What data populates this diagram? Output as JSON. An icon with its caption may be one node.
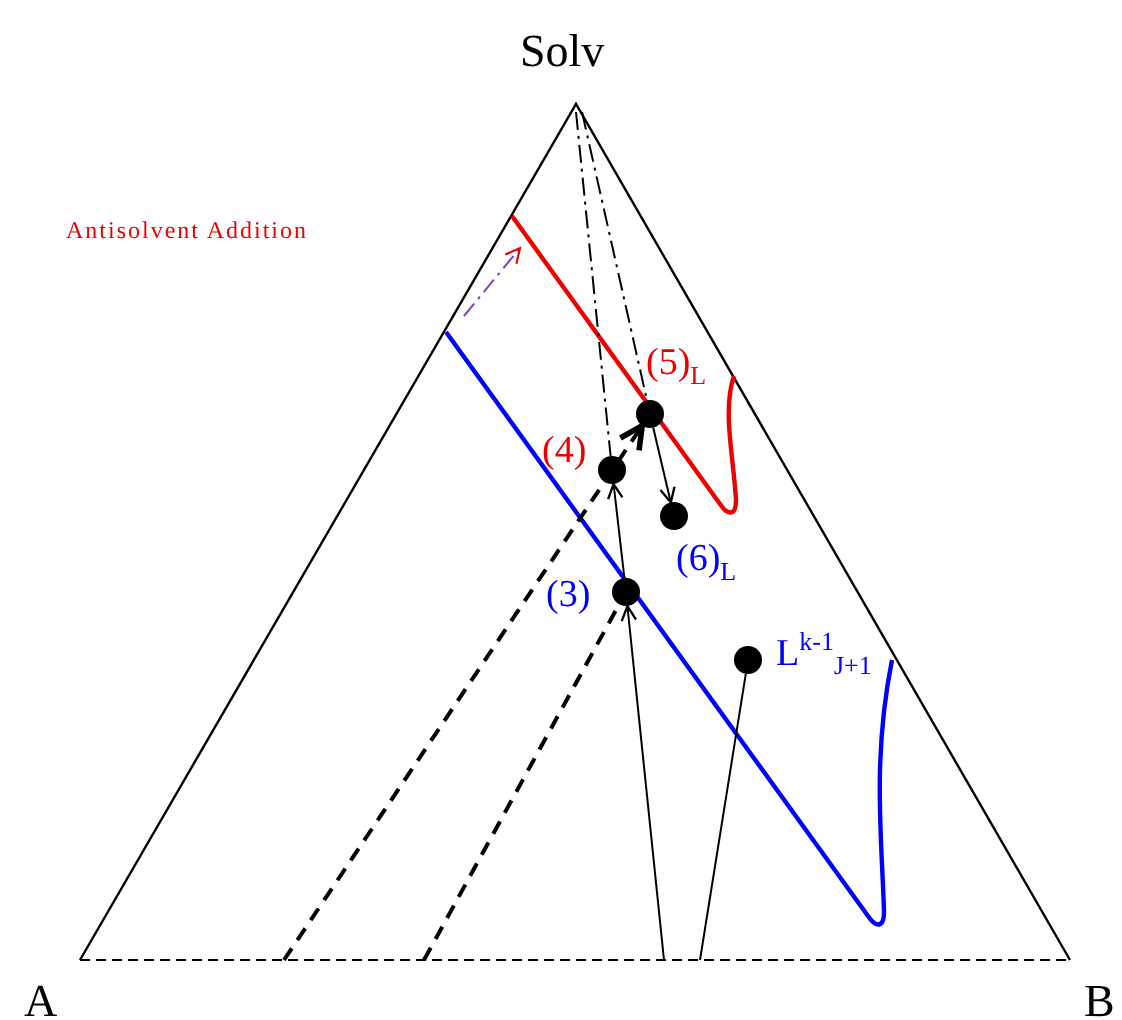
{
  "diagram": {
    "nodes": [
      {
        "text": [],
        "shape": "circle",
        "beside": [
          "(5)$_{L}$"
        ]
      },
      {
        "text": [],
        "shape": "circle",
        "beside": [
          "(4)"
        ]
      },
      {
        "text": [],
        "shape": "circle",
        "beside": [
          "(6)$_{L}$"
        ]
      },
      {
        "text": [],
        "shape": "circle",
        "beside": [
          "(3)"
        ]
      },
      {
        "text": [],
        "shape": "circle",
        "beside": [
          "L$^{k-1}$$_{J+1}$"
        ]
      }
    ],
    "edges": [
      {
        "from": null,
        "to": 1,
        "arrow": "none",
        "style": "dashed"
      },
      {
        "from": null,
        "to": 0,
        "arrow": "none",
        "style": "dashed"
      },
      {
        "from": 0,
        "to": 2,
        "arrow": "to"
      },
      {
        "from": null,
        "to": 3,
        "arrow": "to"
      },
      {
        "from": 3,
        "to": 1,
        "arrow": "to"
      },
      {
        "from": null,
        "to": 4,
        "arrow": "none"
      },
      {
        "from": null,
        "to": 0,
        "arrow": "to",
        "style": "dashed"
      },
      {
        "from": null,
        "to": 3,
        "arrow": "none",
        "style": "dashed"
      }
    ],
    "labels": [
      "Solv",
      "A",
      "B",
      "Antisolvent Addition"
    ]
  }
}
